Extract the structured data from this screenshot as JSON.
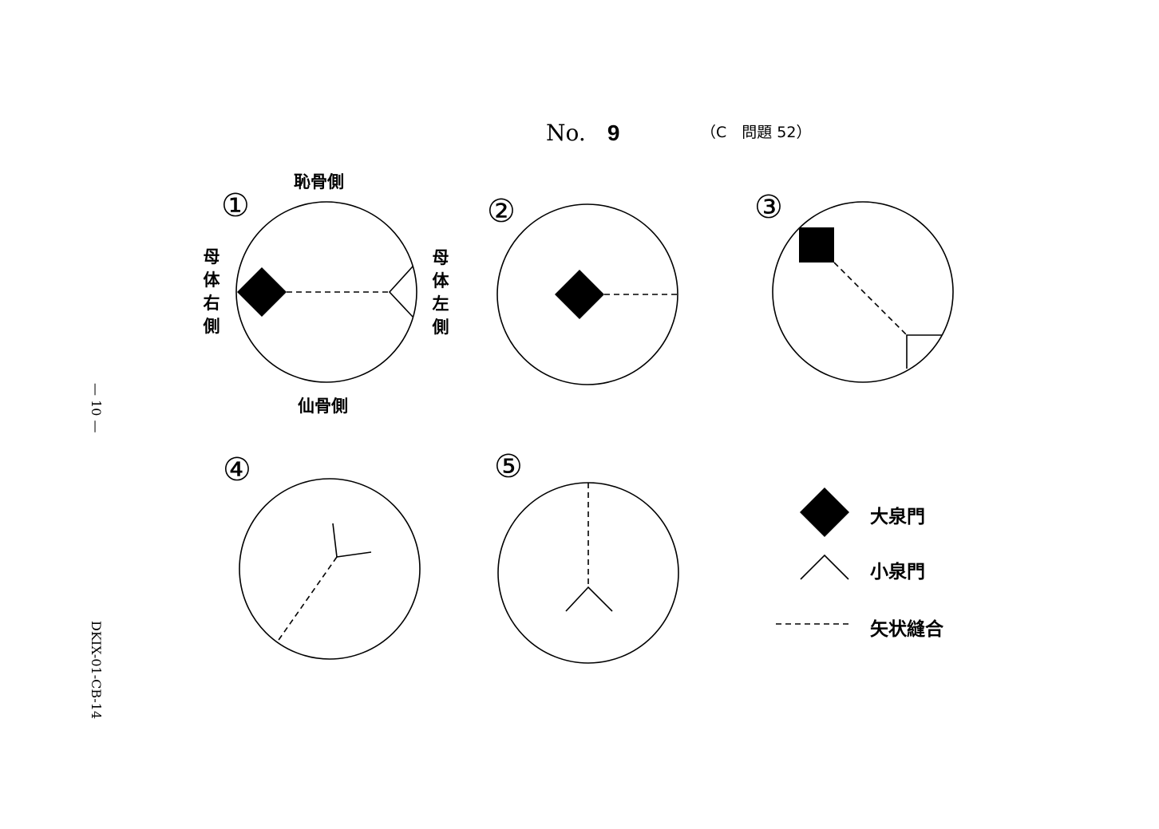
{
  "header": {
    "no_label": "No.",
    "no_value": "9",
    "question_ref": "（C　問題 52）"
  },
  "orientation": {
    "top": "恥骨側",
    "bottom": "仙骨側",
    "left": "母体右側",
    "right": "母体左側"
  },
  "options": [
    {
      "number": "①"
    },
    {
      "number": "②"
    },
    {
      "number": "③"
    },
    {
      "number": "④"
    },
    {
      "number": "⑤"
    }
  ],
  "legend": [
    {
      "symbol": "diamond-icon",
      "label": "大泉門"
    },
    {
      "symbol": "chevron-icon",
      "label": "小泉門"
    },
    {
      "symbol": "dashed-line-icon",
      "label": "矢状縫合"
    }
  ],
  "margin": {
    "page_label": "— 10 —",
    "doc_code": "DKIX-01-CB-14"
  }
}
